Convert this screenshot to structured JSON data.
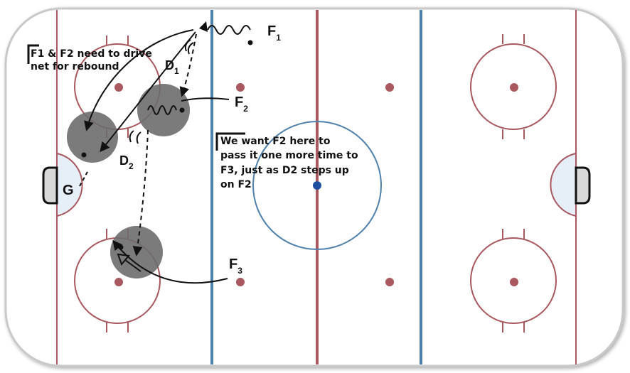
{
  "notes": {
    "drive_net_line1": "F1 & F2 need to drive",
    "drive_net_line2": "net for rebound",
    "f2_here_line1": "We want F2 here to",
    "f2_here_line2": "pass it one more time to",
    "f2_here_line3": "F3, just as D2 steps up",
    "f2_here_line4": "on F2"
  },
  "players": {
    "f1": {
      "main": "F",
      "sub": "1"
    },
    "f2": {
      "main": "F",
      "sub": "2"
    },
    "f3": {
      "main": "F",
      "sub": "3"
    },
    "d1": {
      "main": "D",
      "sub": "1"
    },
    "d2": {
      "main": "D",
      "sub": "2"
    },
    "goalie": "G"
  },
  "colors": {
    "rink_line_red": "#a8585e",
    "blue_line": "#4f81ad",
    "center_dot": "#1f4fa0",
    "zone_shade": "#6d6d6d",
    "crease_fill": "#e6eef7",
    "net_fill": "#d9d9d9"
  }
}
